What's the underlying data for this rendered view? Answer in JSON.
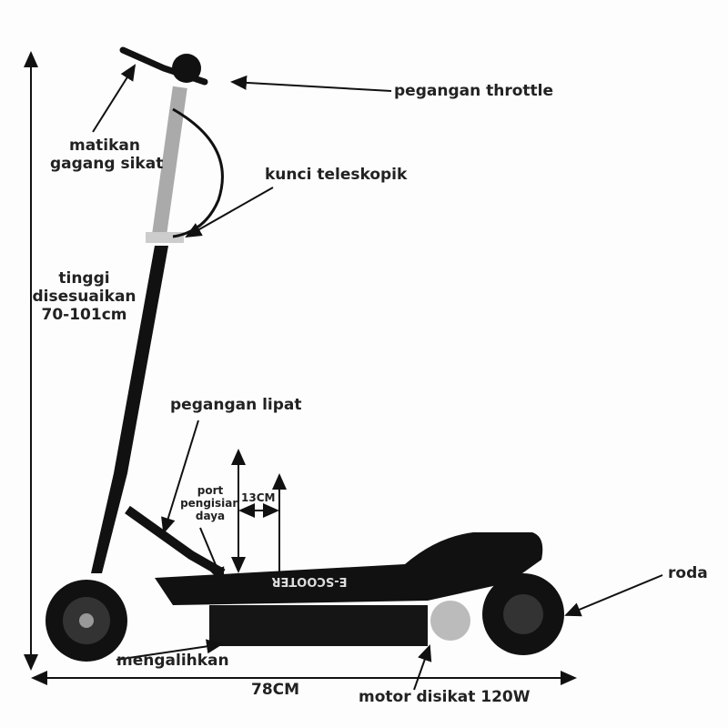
{
  "labels": {
    "throttle": "pegangan throttle",
    "brake_line1": "matikan",
    "brake_line2": "gagang sikat",
    "telescopic": "kunci teleskopik",
    "height_line1": "tinggi",
    "height_line2": "disesuaikan",
    "height_line3": "70-101cm",
    "fold": "pegangan lipat",
    "port_line1": "port",
    "port_line2": "pengisian",
    "port_line3": "daya",
    "clearance": "13CM",
    "wheel": "roda",
    "switch": "mengalihkan",
    "length": "78CM",
    "motor": "motor disikat 120W"
  },
  "deck_brand": "E-SCOOTER",
  "colors": {
    "text": "#222222",
    "scooter": "#111111",
    "background": "#fdfdfd"
  }
}
